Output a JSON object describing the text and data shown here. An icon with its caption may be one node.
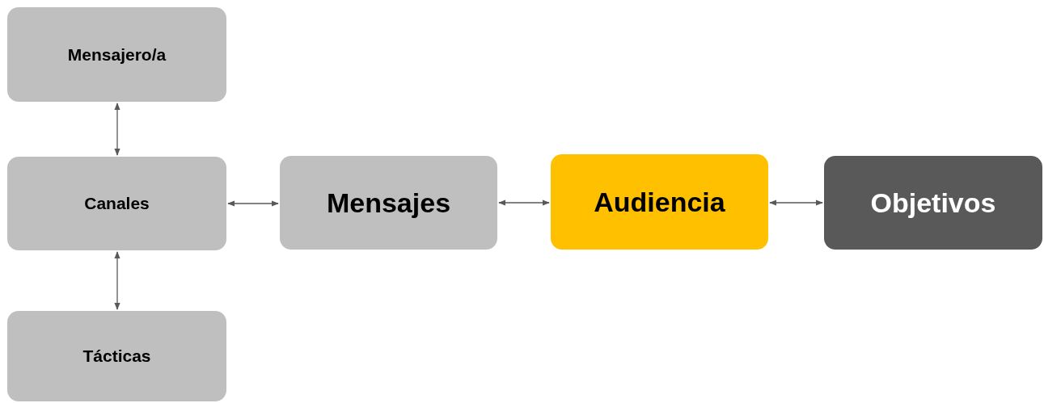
{
  "diagram": {
    "nodes": [
      {
        "text": [
          "Mensajero/a"
        ]
      },
      {
        "text": [
          "Canales"
        ]
      },
      {
        "text": [
          "Tácticas"
        ]
      },
      {
        "text": [
          "Mensajes"
        ]
      },
      {
        "text": [
          "Audiencia"
        ]
      },
      {
        "text": [
          "Objetivos"
        ]
      }
    ],
    "edges": [
      {
        "from": 0,
        "to": 1,
        "arrow": "both"
      },
      {
        "from": 1,
        "to": 2,
        "arrow": "both"
      },
      {
        "from": 1,
        "to": 3,
        "arrow": "both"
      },
      {
        "from": 3,
        "to": 4,
        "arrow": "both"
      },
      {
        "from": 4,
        "to": 5,
        "arrow": "both"
      }
    ]
  }
}
